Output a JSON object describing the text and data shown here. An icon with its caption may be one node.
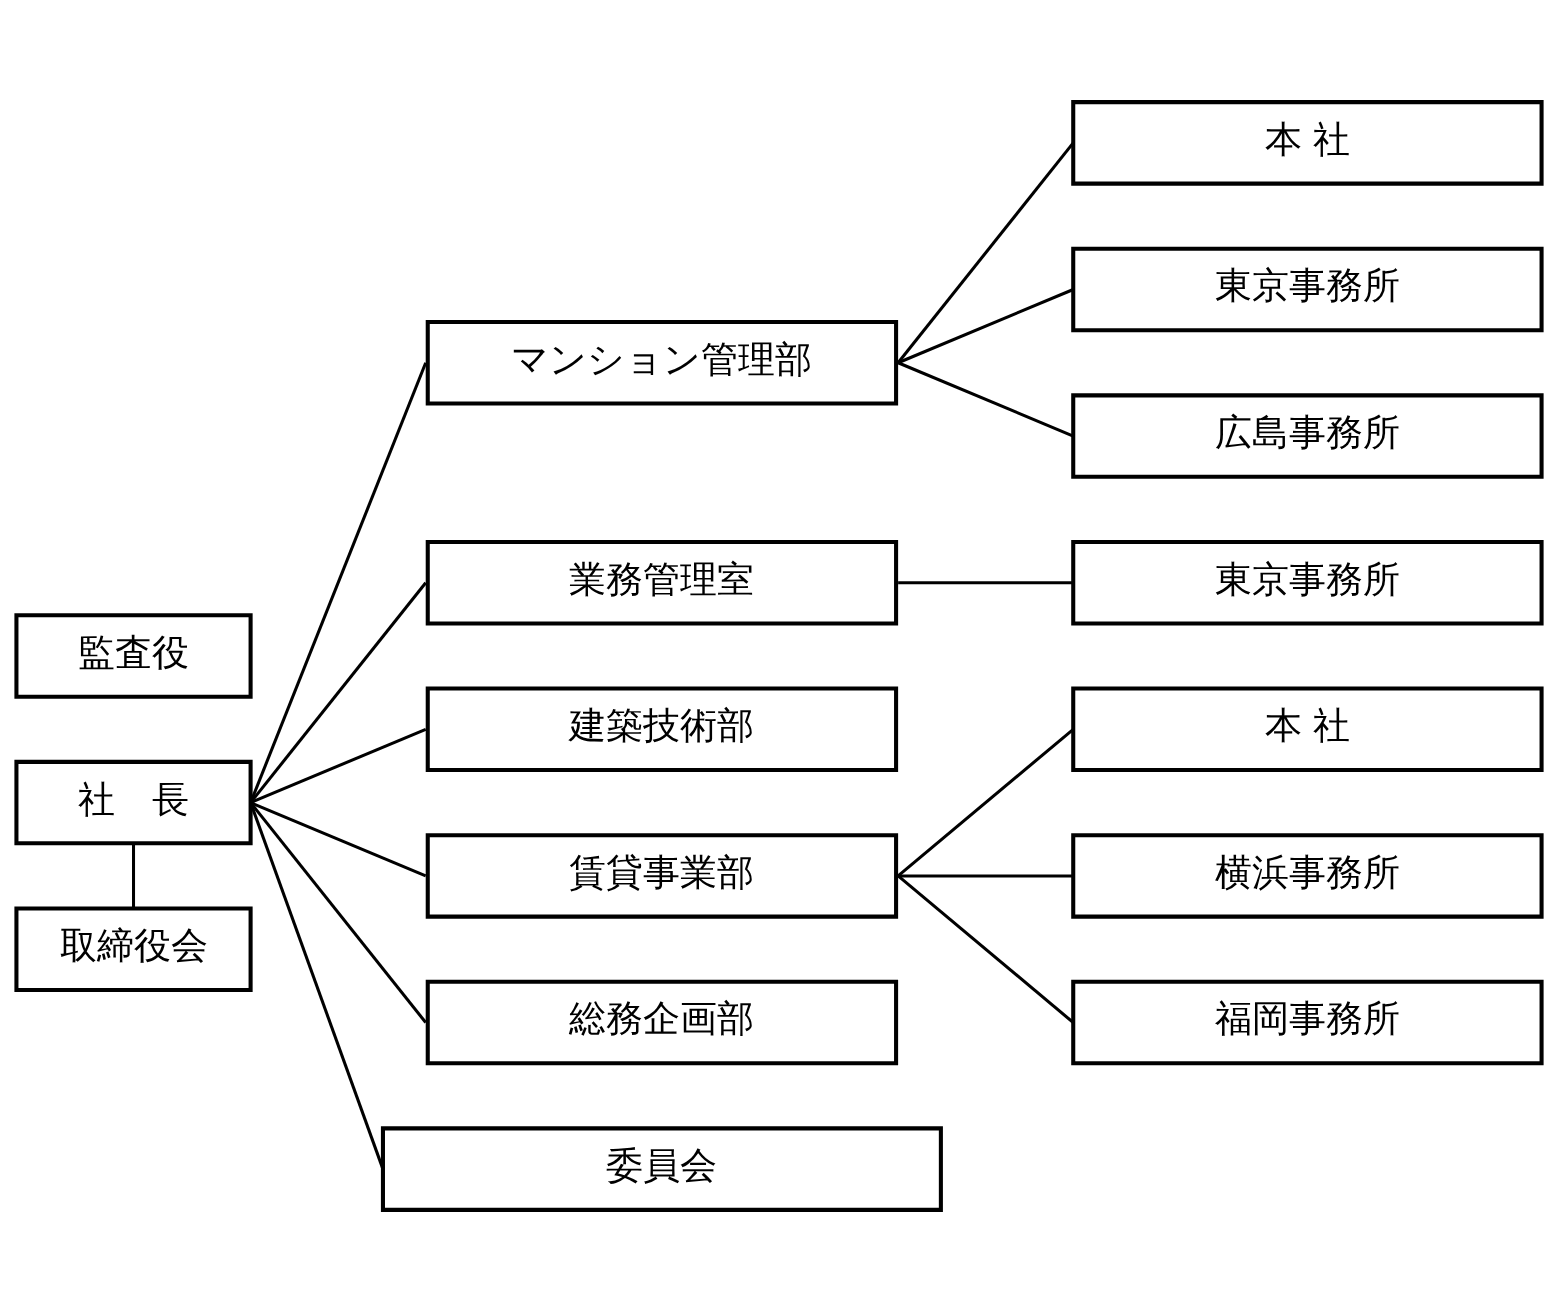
{
  "diagram": {
    "nodes": [
      {
        "text": [
          "監査役"
        ]
      },
      {
        "text": [
          "社　長"
        ]
      },
      {
        "text": [
          "取締役会"
        ]
      },
      {
        "text": [
          "マンション管理部"
        ]
      },
      {
        "text": [
          "本 社"
        ]
      },
      {
        "text": [
          "東京事務所"
        ]
      },
      {
        "text": [
          "広島事務所"
        ]
      },
      {
        "text": [
          "業務管理室"
        ]
      },
      {
        "text": [
          "東京事務所"
        ]
      },
      {
        "text": [
          "建築技術部"
        ]
      },
      {
        "text": [
          "賃貸事業部"
        ]
      },
      {
        "text": [
          "本 社"
        ]
      },
      {
        "text": [
          "横浜事務所"
        ]
      },
      {
        "text": [
          "福岡事務所"
        ]
      },
      {
        "text": [
          "総務企画部"
        ]
      },
      {
        "text": [
          "委員会"
        ]
      }
    ],
    "edges": [
      {
        "from": 1,
        "to": 2,
        "arrow": "none"
      },
      {
        "from": 1,
        "to": 3,
        "arrow": "none"
      },
      {
        "from": 1,
        "to": 7,
        "arrow": "none"
      },
      {
        "from": 1,
        "to": 9,
        "arrow": "none"
      },
      {
        "from": 1,
        "to": 10,
        "arrow": "none"
      },
      {
        "from": 1,
        "to": 14,
        "arrow": "none"
      },
      {
        "from": 1,
        "to": 15,
        "arrow": "none"
      },
      {
        "from": 3,
        "to": 4,
        "arrow": "none"
      },
      {
        "from": 3,
        "to": 5,
        "arrow": "none"
      },
      {
        "from": 3,
        "to": 6,
        "arrow": "none"
      },
      {
        "from": 7,
        "to": 8,
        "arrow": "none"
      },
      {
        "from": 10,
        "to": 11,
        "arrow": "none"
      },
      {
        "from": 10,
        "to": 12,
        "arrow": "none"
      },
      {
        "from": 10,
        "to": 13,
        "arrow": "none"
      }
    ]
  }
}
